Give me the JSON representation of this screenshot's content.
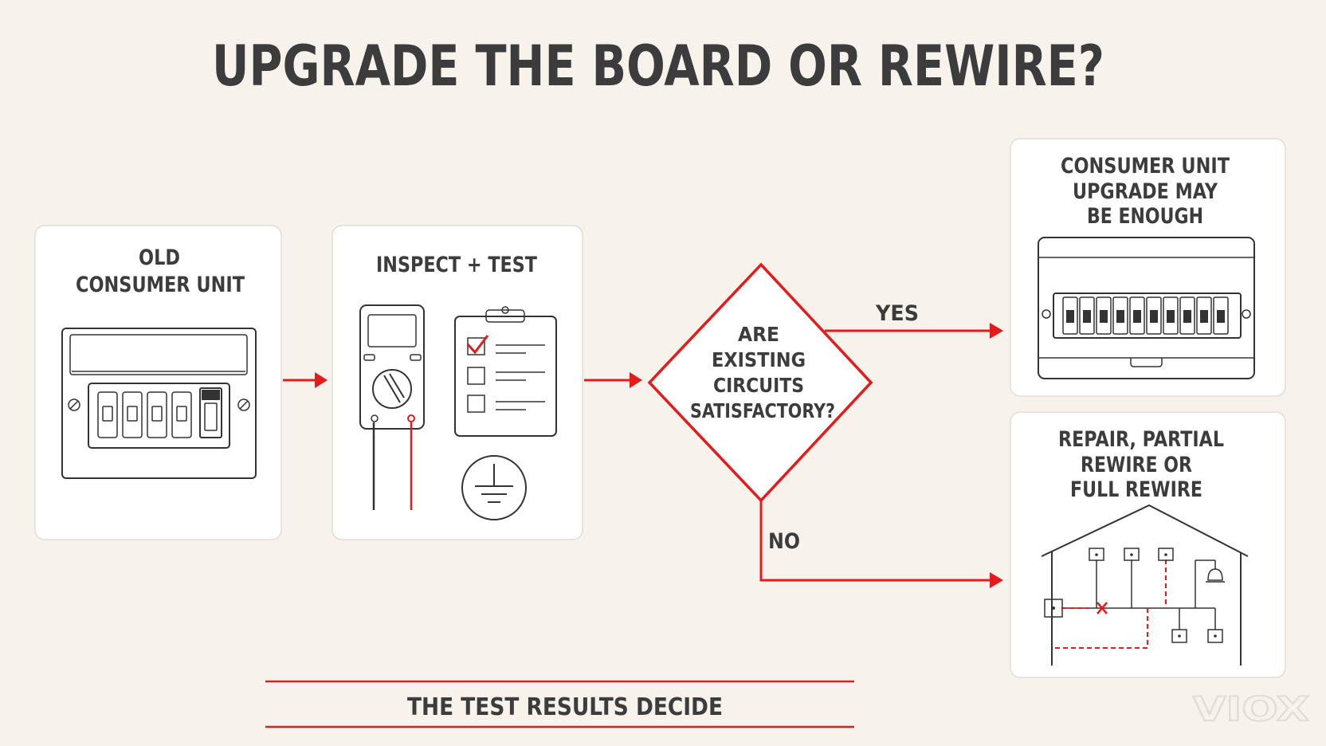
{
  "title": "UPGRADE THE BOARD OR REWIRE?",
  "cards": {
    "old_unit": {
      "line1": "OLD",
      "line2": "CONSUMER UNIT"
    },
    "inspect": {
      "label": "INSPECT + TEST"
    },
    "upgrade": {
      "line1": "CONSUMER UNIT",
      "line2": "UPGRADE MAY",
      "line3": "BE ENOUGH"
    },
    "rewire": {
      "line1": "REPAIR, PARTIAL",
      "line2": "REWIRE OR",
      "line3": "FULL REWIRE"
    }
  },
  "decision": {
    "line1": "ARE",
    "line2": "EXISTING",
    "line3": "CIRCUITS",
    "line4": "SATISFACTORY?",
    "yes": "YES",
    "no": "NO"
  },
  "footer": "THE TEST RESULTS DECIDE",
  "brand": "VIOX",
  "colors": {
    "accent": "#e31b1b",
    "background": "#f7f3ec",
    "text": "#3c3c3c",
    "card": "#ffffff"
  }
}
